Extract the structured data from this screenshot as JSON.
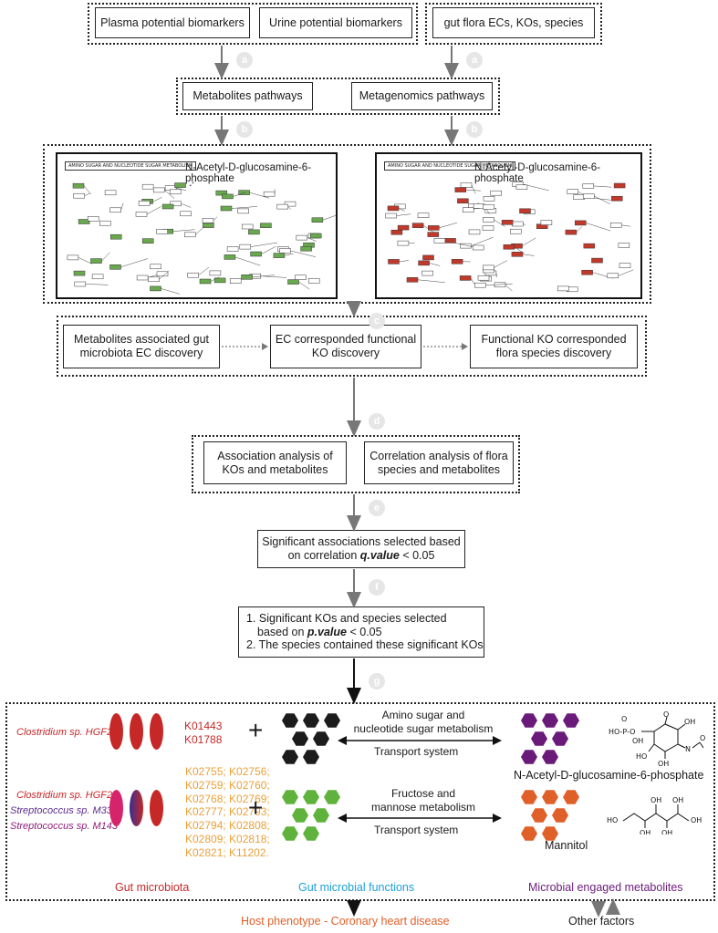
{
  "top": {
    "plasma": "Plasma potential biomarkers",
    "urine": "Urine potential biomarkers",
    "gut_flora": "gut flora ECs, KOs, species"
  },
  "pathways": {
    "metabolites": "Metabolites pathways",
    "metagenomics": "Metagenomics pathways"
  },
  "kegg": {
    "map_title": "AMINO SUGAR AND NUCLEOTIDE SUGAR METABOLISM",
    "compound": "N-Acetyl-D-glucosamine-6-phosphate",
    "left_highlight_color": "#6aa84f",
    "right_highlight_color": "#c0392b"
  },
  "discovery": {
    "ec": "Metabolites associated gut\nmicrobiota EC discovery",
    "ko": "EC corresponded functional\nKO discovery",
    "species": "Functional KO corresponded\nflora species discovery"
  },
  "analysis": {
    "ko_metabolites": "Association analysis of\nKOs and metabolites",
    "species_metabolites": "Correlation analysis of flora\nspecies and metabolites"
  },
  "significant": {
    "line1": "Significant associations selected based",
    "line2_pre": "on correlation ",
    "qvalue": "q.value",
    "line2_post": " < 0.05"
  },
  "selection": {
    "line1": "1. Significant KOs and species selected",
    "line2_pre": "based on ",
    "pvalue": "p.value",
    "line2_post": " < 0.05",
    "line3": "2. The species contained these significant KOs"
  },
  "steps": [
    "a",
    "a",
    "b",
    "b",
    "c",
    "d",
    "e",
    "f",
    "g"
  ],
  "bottom": {
    "row1": {
      "species": [
        "Clostridium sp. HGF2"
      ],
      "kos": [
        "K01443",
        "K01788"
      ],
      "pathway": "Amino sugar and\nnucleotide sugar metabolism",
      "transport": "Transport system",
      "metabolite": "N-Acetyl-D-glucosamine-6-phosphate",
      "hex_color": "#1c1c1c",
      "metabolite_hex_color": "#6a1b7a"
    },
    "row2": {
      "species": [
        "Clostridium sp. HGF2",
        "Streptococcus sp. M334",
        "Streptococcus sp. M143"
      ],
      "species_colors": [
        "#c62828",
        "#5b2c8f",
        "#8e1f7a"
      ],
      "kos": [
        "K02755; K02756;",
        "K02759; K02760;",
        "K02768; K02769;",
        "K02777; K02793;",
        "K02794; K02808;",
        "K02809; K02818;",
        "K02821; K11202."
      ],
      "pathway": "Fructose and\nmannose metabolism",
      "transport": "Transport system",
      "metabolite": "Mannitol",
      "hex_color": "#5fb33c",
      "metabolite_hex_color": "#e0602a"
    },
    "plus": "+",
    "labels": {
      "gut_microbiota": "Gut microbiota",
      "gut_functions": "Gut microbial functions",
      "metabolites": "Microbial engaged metabolites"
    },
    "label_colors": {
      "gut_microbiota": "#c62828",
      "gut_functions": "#1ea0d8",
      "metabolites": "#6a1b7a"
    },
    "ko_color_row1": "#c62828",
    "ko_color_row2": "#e8a13a"
  },
  "outcome": {
    "host": "Host phenotype - Coronary heart disease",
    "host_color": "#e0602a",
    "other": "Other factors"
  }
}
